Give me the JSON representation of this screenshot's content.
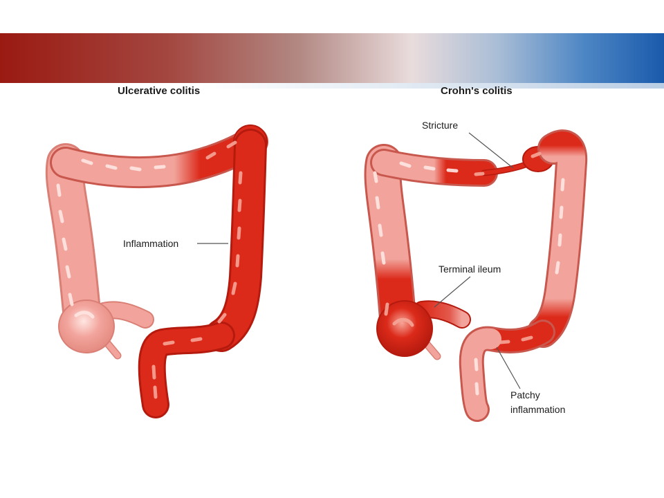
{
  "panels": {
    "ulcerative": {
      "title": "Ulcerative colitis",
      "labels": {
        "inflammation": "Inflammation"
      }
    },
    "crohns": {
      "title": "Crohn's colitis",
      "labels": {
        "stricture": "Stricture",
        "terminal_ileum": "Terminal ileum",
        "patchy_line1": "Patchy",
        "patchy_line2": "inflammation"
      }
    }
  },
  "colors": {
    "healthy_tissue": "#f2a49c",
    "healthy_outline": "#d97f75",
    "inflamed_tissue": "#dc2a1a",
    "inflamed_outline": "#b41a0e",
    "highlight": "#ffe6e2"
  }
}
